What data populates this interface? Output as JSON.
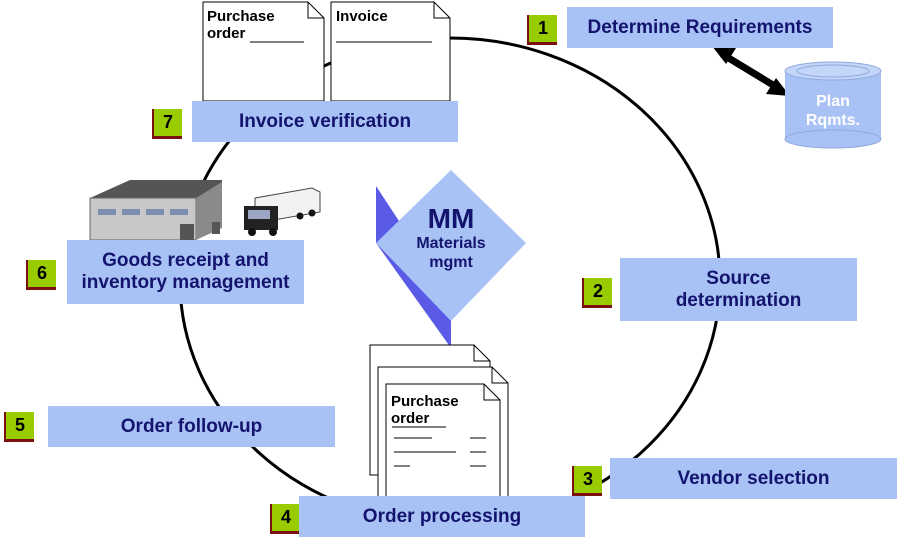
{
  "center": {
    "abbr": "MM",
    "line1": "Materials",
    "line2": "mgmt"
  },
  "steps": [
    {
      "number": "1",
      "label": "Determine Requirements"
    },
    {
      "number": "2",
      "label_line1": "Source",
      "label_line2": "determination"
    },
    {
      "number": "3",
      "label": "Vendor selection"
    },
    {
      "number": "4",
      "label": "Order processing"
    },
    {
      "number": "5",
      "label": "Order follow-up"
    },
    {
      "number": "6",
      "label_line1": "Goods receipt and",
      "label_line2": "inventory management"
    },
    {
      "number": "7",
      "label": "Invoice verification"
    }
  ],
  "database": {
    "line1": "Plan",
    "line2": "Rqmts."
  },
  "top_docs": {
    "purchase_order_line1": "Purchase",
    "purchase_order_line2": "order",
    "invoice": "Invoice"
  },
  "bottom_doc": {
    "line1": "Purchase",
    "line2": "order"
  },
  "colors": {
    "box_fill": "#a9c2f5",
    "box_text": "#14146e",
    "badge_fill": "#99cc00",
    "badge_shadow": "#7a1010",
    "diamond_light": "#a9c2f5",
    "diamond_dark": "#5a5ae6",
    "database": "#a9c2f5"
  },
  "icons": {
    "warehouse": "warehouse-icon",
    "truck": "truck-icon",
    "database": "database-icon",
    "arrow": "double-arrow-icon"
  }
}
